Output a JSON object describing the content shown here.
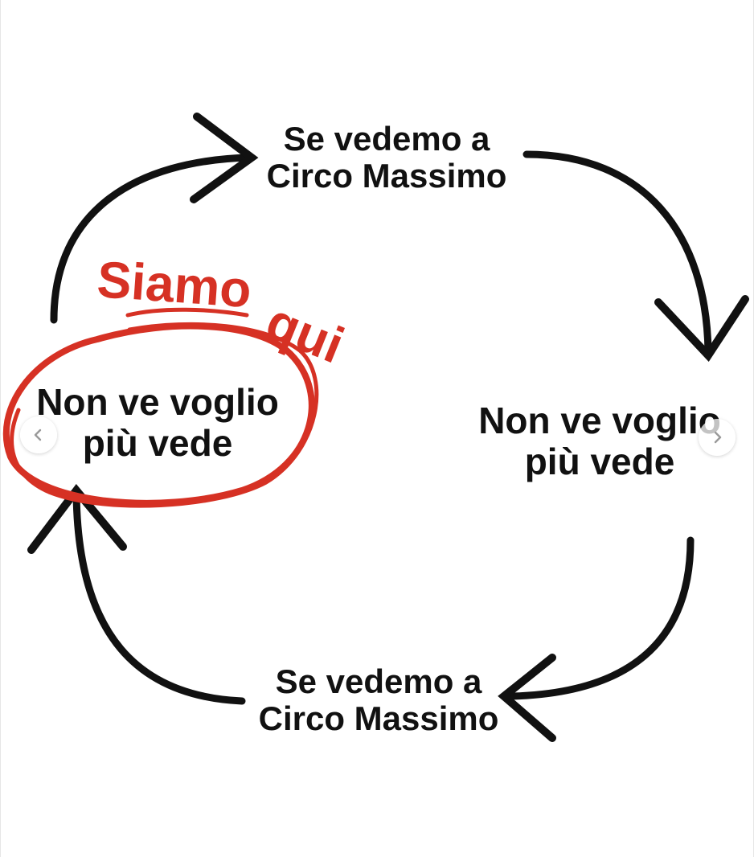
{
  "diagram": {
    "top_label": {
      "line1": "Se vedemo a",
      "line2": "Circo Massimo"
    },
    "right_label": {
      "line1": "Non ve voglio",
      "line2": "più vede"
    },
    "bottom_label": {
      "line1": "Se vedemo a",
      "line2": "Circo Massimo"
    },
    "left_label": {
      "line1": "Non ve voglio",
      "line2": "più vede"
    },
    "annotation": {
      "word1": "Siamo",
      "word2": "qui"
    }
  },
  "carousel": {
    "prev_icon": "chevron-left-icon",
    "next_icon": "chevron-right-icon"
  },
  "colors": {
    "arrow": "#111111",
    "highlight": "#d63124",
    "background": "#ffffff"
  }
}
